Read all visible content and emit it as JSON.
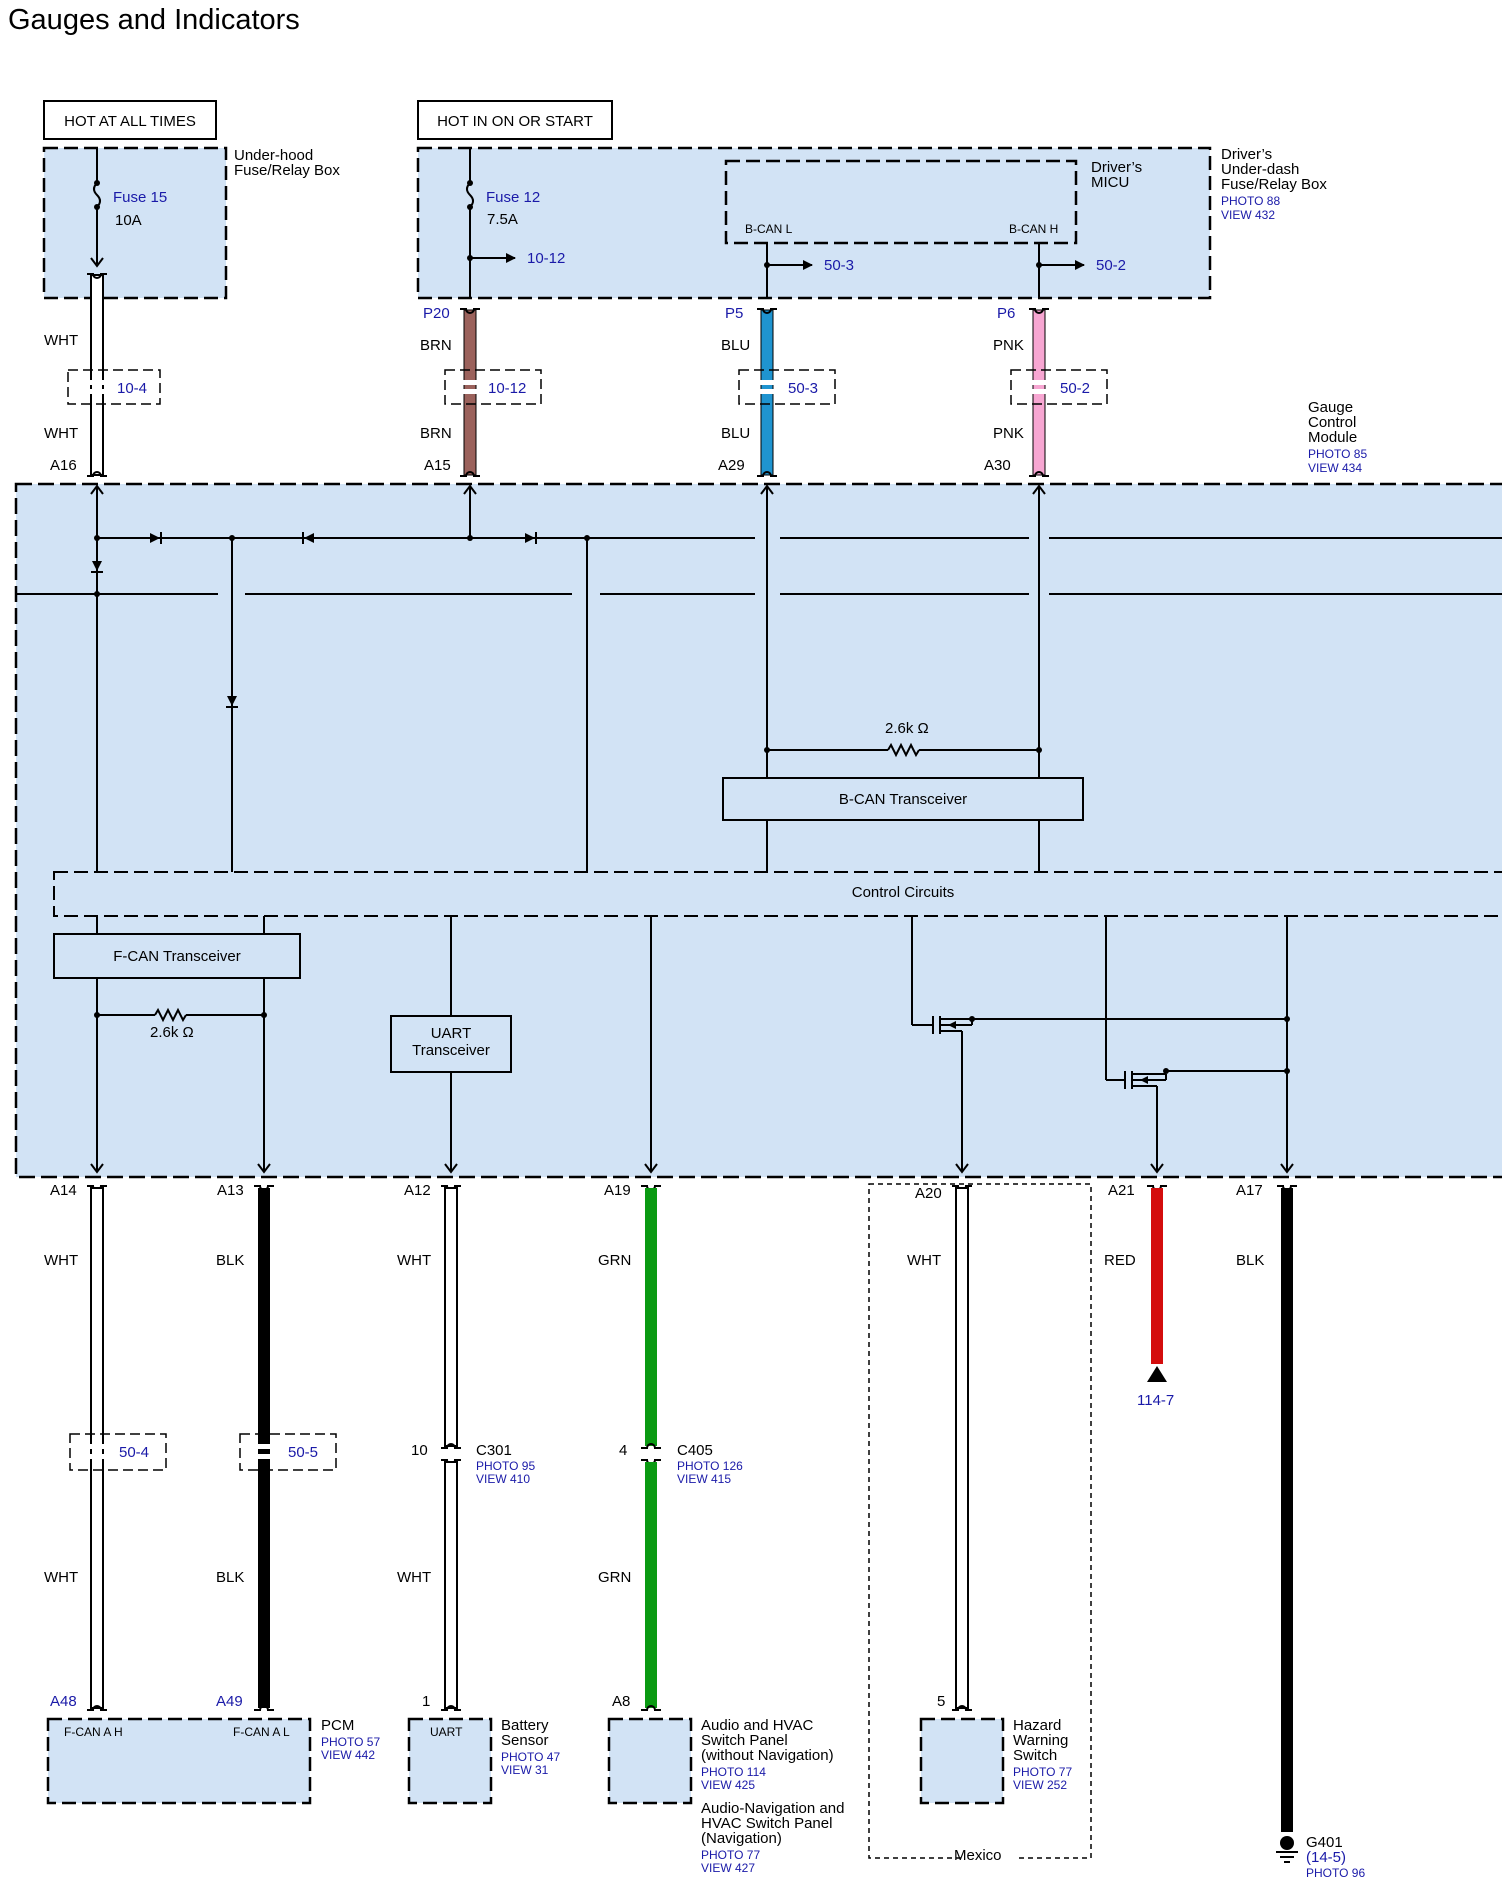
{
  "title": "Gauges and Indicators",
  "power": {
    "hot_at_all_times": "HOT AT ALL TIMES",
    "hot_in_on_or_start": "HOT IN ON OR START"
  },
  "underhood_box": {
    "name_line1": "Under-hood",
    "name_line2": "Fuse/Relay Box",
    "fuse_name": "Fuse 15",
    "fuse_rating": "10A"
  },
  "underdash_box": {
    "name_line1": "Driver’s",
    "name_line2": "Under-dash",
    "name_line3": "Fuse/Relay Box",
    "photo": "PHOTO 88",
    "view": "VIEW 432",
    "fuse_name": "Fuse 12",
    "fuse_rating": "7.5A",
    "fuse_ref": "10-12"
  },
  "micu": {
    "name_line1": "Driver’s",
    "name_line2": "MICU",
    "pin_l": "B-CAN L",
    "pin_h": "B-CAN H",
    "ref_l": "50-3",
    "ref_h": "50-2"
  },
  "gcm": {
    "name_line1": "Gauge",
    "name_line2": "Control",
    "name_line3": "Module",
    "photo": "PHOTO 85",
    "view": "VIEW 434",
    "bcan_resistor": "2.6k Ω",
    "bcan_transceiver": "B-CAN Transceiver",
    "control_circuits": "Control Circuits",
    "fcan_transceiver": "F-CAN Transceiver",
    "fcan_resistor": "2.6k Ω",
    "uart_line1": "UART",
    "uart_line2": "Transceiver"
  },
  "top_wires": [
    {
      "source_pin": "",
      "top_color": "WHT",
      "splice_ref": "10-4",
      "bottom_color": "WHT",
      "gcm_pin": "A16",
      "hex": "#ffffff"
    },
    {
      "source_pin": "P20",
      "top_color": "BRN",
      "splice_ref": "10-12",
      "bottom_color": "BRN",
      "gcm_pin": "A15",
      "hex": "#9b625c"
    },
    {
      "source_pin": "P5",
      "top_color": "BLU",
      "splice_ref": "50-3",
      "bottom_color": "BLU",
      "gcm_pin": "A29",
      "hex": "#1f94d0"
    },
    {
      "source_pin": "P6",
      "top_color": "PNK",
      "splice_ref": "50-2",
      "bottom_color": "PNK",
      "gcm_pin": "A30",
      "hex": "#f7a6d2"
    }
  ],
  "bottom_wires": [
    {
      "gcm_pin": "A14",
      "color1": "WHT",
      "ref": "50-4",
      "color2": "WHT",
      "end_pin": "A48",
      "hex": "#ffffff"
    },
    {
      "gcm_pin": "A13",
      "color1": "BLK",
      "ref": "50-5",
      "color2": "BLK",
      "end_pin": "A49",
      "hex": "#000000"
    },
    {
      "gcm_pin": "A12",
      "color1": "WHT",
      "conn_pin": "10",
      "conn": "C301",
      "photo": "PHOTO 95",
      "view": "VIEW 410",
      "color2": "WHT",
      "end_pin": "1",
      "hex": "#ffffff"
    },
    {
      "gcm_pin": "A19",
      "color1": "GRN",
      "conn_pin": "4",
      "conn": "C405",
      "photo": "PHOTO 126",
      "view": "VIEW 415",
      "color2": "GRN",
      "end_pin": "A8",
      "hex": "#0a9a12"
    },
    {
      "gcm_pin": "A20",
      "color1": "WHT",
      "end_pin": "5",
      "hex": "#ffffff"
    },
    {
      "gcm_pin": "A21",
      "color1": "RED",
      "ref": "114-7",
      "hex": "#d40d0d"
    },
    {
      "gcm_pin": "A17",
      "color1": "BLK",
      "hex": "#000000"
    }
  ],
  "components": {
    "pcm": {
      "name": "PCM",
      "photo": "PHOTO 57",
      "view": "VIEW 442",
      "pin1": "F-CAN A H",
      "pin2": "F-CAN A L"
    },
    "battery_sensor": {
      "name_line1": "Battery",
      "name_line2": "Sensor",
      "photo": "PHOTO 47",
      "view": "VIEW 31",
      "pin": "UART"
    },
    "audio_hvac": {
      "line1": "Audio and HVAC",
      "line2": "Switch Panel",
      "line3": "(without Navigation)",
      "photo": "PHOTO 114",
      "view": "VIEW 425",
      "alt_line1": "Audio-Navigation and",
      "alt_line2": "HVAC Switch Panel",
      "alt_line3": "(Navigation)",
      "alt_photo": "PHOTO 77",
      "alt_view": "VIEW 427"
    },
    "hazard": {
      "name_line1": "Hazard",
      "name_line2": "Warning",
      "name_line3": "Switch",
      "photo": "PHOTO 77",
      "view": "VIEW 252",
      "region": "Mexico"
    },
    "ground": {
      "name": "G401",
      "ref": "(14-5)",
      "photo": "PHOTO 96"
    }
  },
  "colors": {
    "module_fill": "#d2e3f5"
  }
}
